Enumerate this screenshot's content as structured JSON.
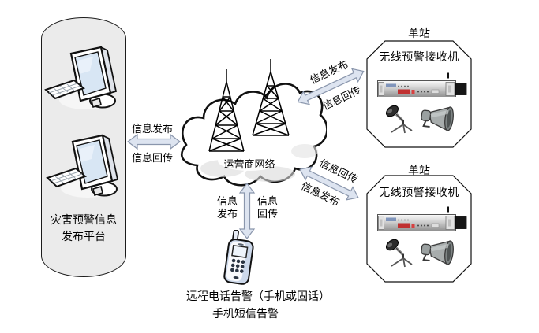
{
  "diagram": {
    "platform": {
      "label": "灾害预警信息\n发布平台"
    },
    "network": {
      "label": "运营商网络"
    },
    "link_left": {
      "top": "信息发布",
      "bottom": "信息回传"
    },
    "link_top_right": {
      "top": "信息发布",
      "bottom": "信息回传"
    },
    "link_bottom_right": {
      "top": "信息回传",
      "bottom": "信息发布"
    },
    "link_phone": {
      "left": "信息\n发布",
      "right": "信息\n回传"
    },
    "stations": {
      "top": {
        "title": "单站",
        "device": "无线预警接收机"
      },
      "bottom": {
        "title": "单站",
        "device": "无线预警接收机"
      }
    },
    "phone": {
      "caption1": "远程电话告警（手机或固话）",
      "caption2": "手机短信告警"
    }
  },
  "colors": {
    "arrow_fill": "#dde4f0",
    "arrow_stroke": "#8a96ac",
    "cylinder_fill": "#ebebeb",
    "screen_fill": "#d8e6f4",
    "phone_body": "#ccd8ea",
    "display_red": "#c03030"
  }
}
